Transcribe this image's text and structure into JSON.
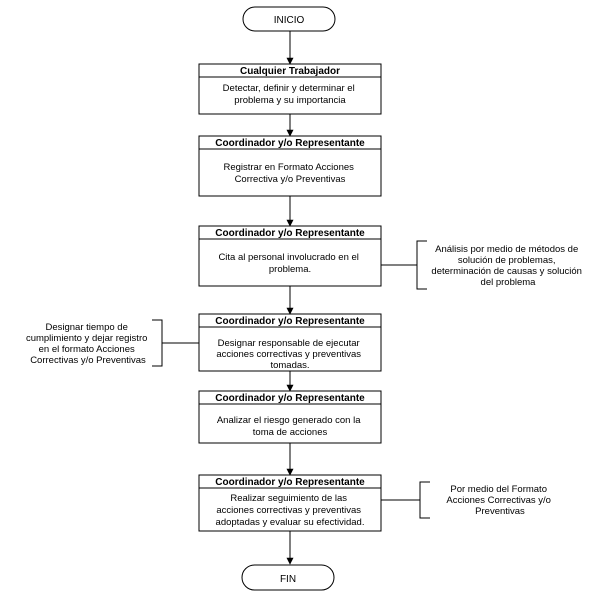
{
  "start": {
    "label": "INICIO"
  },
  "end": {
    "label": "FIN"
  },
  "steps": [
    {
      "role": "Cualquier Trabajador",
      "text": [
        "Detectar, definir y determinar el",
        "problema y su importancia"
      ]
    },
    {
      "role": "Coordinador y/o Representante",
      "text": [
        "Registrar en Formato Acciones",
        "Correctiva y/o Preventivas"
      ]
    },
    {
      "role": "Coordinador y/o Representante",
      "text": [
        "Cita al personal involucrado en el",
        "problema."
      ]
    },
    {
      "role": "Coordinador y/o Representante",
      "text": [
        "Designar responsable de ejecutar",
        "acciones correctivas y preventivas",
        "tomadas."
      ]
    },
    {
      "role": "Coordinador y/o Representante",
      "text": [
        "Analizar el riesgo generado con la",
        "toma de acciones"
      ]
    },
    {
      "role": "Coordinador y/o Representante",
      "text": [
        "Realizar seguimiento de las",
        "acciones correctivas y preventivas",
        "adoptadas y evaluar su efectividad."
      ]
    }
  ],
  "annotations": [
    {
      "side": "right",
      "step": 3,
      "text": [
        "Análisis por medio de métodos de",
        "solución de problemas,",
        "determinación de causas  y solución",
        "del problema"
      ]
    },
    {
      "side": "left",
      "step": 4,
      "text": [
        "Designar tiempo de",
        "cumplimiento y dejar registro",
        "en el formato Acciones",
        "Correctivas y/o Preventivas"
      ]
    },
    {
      "side": "right",
      "step": 6,
      "text": [
        "Por medio del Formato",
        "Acciones Correctivas y/o",
        "Preventivas"
      ]
    }
  ]
}
